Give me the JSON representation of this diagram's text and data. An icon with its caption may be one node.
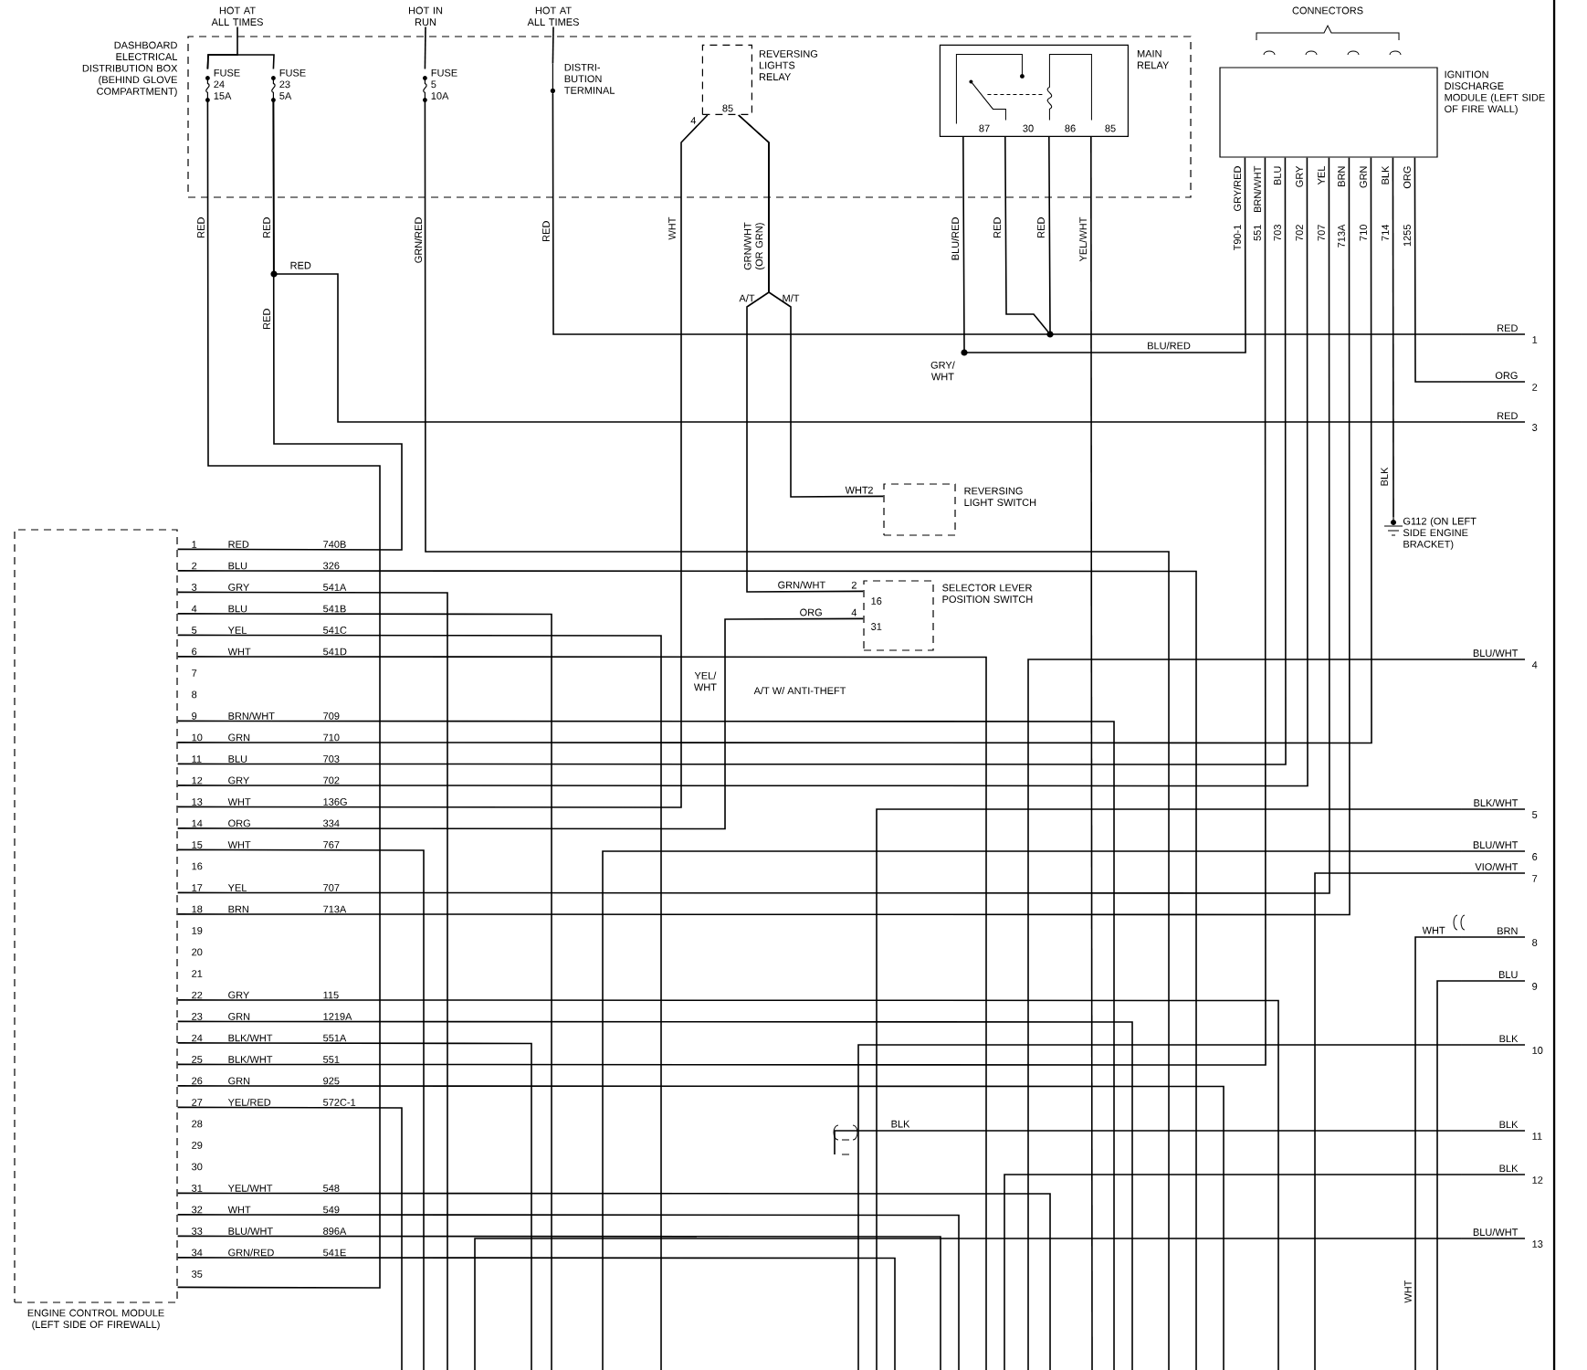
{
  "diagram": {
    "nodes": [
      {
        "text": [
          "DASHBOARD ELECTRICAL DISTRIBUTION BOX (BEHIND GLOVE COMPARTMENT)"
        ]
      },
      {
        "text": [
          "FUSE 24 15A"
        ],
        "in": 0
      },
      {
        "text": [
          "FUSE 23 5A"
        ],
        "in": 0
      },
      {
        "text": [
          "FUSE 5 10A"
        ],
        "in": 0
      },
      {
        "text": [
          "DISTRI- BUTION TERMINAL"
        ],
        "in": 0
      },
      {
        "text": [
          "REVERSING LIGHTS RELAY"
        ],
        "in": 0
      },
      {
        "text": [
          "MAIN RELAY"
        ],
        "in": 0
      },
      {
        "text": [
          "IGNITION DISCHARGE MODULE (LEFT SIDE OF FIRE WALL)"
        ]
      },
      {
        "text": [
          "REVERSING LIGHT SWITCH"
        ]
      },
      {
        "text": [
          "SELECTOR LEVER POSITION SWITCH"
        ]
      },
      {
        "text": [
          "G112 (ON LEFT SIDE ENGINE BRACKET)"
        ]
      },
      {
        "text": [
          "ENGINE CONTROL MODULE (LEFT SIDE OF FIREWALL)"
        ]
      },
      {
        "text": [
          "RED",
          "1"
        ]
      },
      {
        "text": [
          "ORG",
          "2"
        ]
      },
      {
        "text": [
          "RED",
          "3"
        ]
      },
      {
        "text": [
          "BLU/WHT",
          "4"
        ]
      },
      {
        "text": [
          "BLK/WHT",
          "5"
        ]
      },
      {
        "text": [
          "BLU/WHT",
          "6"
        ]
      },
      {
        "text": [
          "VIO/WHT",
          "7"
        ]
      },
      {
        "text": [
          "BRN",
          "8"
        ]
      },
      {
        "text": [
          "BLU",
          "9"
        ]
      },
      {
        "text": [
          "BLK",
          "10"
        ]
      },
      {
        "text": [
          "BLK",
          "11"
        ]
      },
      {
        "text": [
          "BLK",
          "12"
        ]
      },
      {
        "text": [
          "BLU/WHT",
          "13"
        ]
      },
      {
        "text": [
          "HOT AT ALL TIMES"
        ]
      },
      {
        "text": [
          "HOT IN RUN"
        ]
      },
      {
        "text": [
          "HOT AT ALL TIMES"
        ]
      }
    ],
    "edges": [
      {
        "from": 1,
        "to": 11,
        "arrow": "none"
      },
      {
        "from": 2,
        "to": 11,
        "arrow": "none"
      },
      {
        "from": 2,
        "to": 14,
        "arrow": "none"
      },
      {
        "from": 3,
        "to": null,
        "arrow": "none"
      },
      {
        "from": 4,
        "to": 6,
        "arrow": "none"
      },
      {
        "from": 6,
        "to": 12,
        "arrow": "none"
      },
      {
        "from": 7,
        "to": 6,
        "arrow": "none"
      },
      {
        "from": 6,
        "to": null,
        "arrow": "none"
      },
      {
        "from": 5,
        "to": 11,
        "arrow": "none"
      },
      {
        "from": 5,
        "to": 9,
        "arrow": "none"
      },
      {
        "from": 5,
        "to": 8,
        "arrow": "none"
      },
      {
        "from": 9,
        "to": 11,
        "arrow": "none"
      },
      {
        "from": 7,
        "to": 11,
        "arrow": "none"
      },
      {
        "from": 7,
        "to": 11,
        "arrow": "none"
      },
      {
        "from": 7,
        "to": 11,
        "arrow": "none"
      },
      {
        "from": 7,
        "to": 11,
        "arrow": "none"
      },
      {
        "from": 7,
        "to": 11,
        "arrow": "none"
      },
      {
        "from": 7,
        "to": 11,
        "arrow": "none"
      },
      {
        "from": 7,
        "to": 10,
        "arrow": "none"
      },
      {
        "from": 7,
        "to": 13,
        "arrow": "none"
      },
      {
        "from": 11,
        "to": null,
        "arrow": "none"
      },
      {
        "from": 11,
        "to": null,
        "arrow": "none"
      },
      {
        "from": 11,
        "to": null,
        "arrow": "none"
      },
      {
        "from": 11,
        "to": null,
        "arrow": "none"
      },
      {
        "from": 11,
        "to": null,
        "arrow": "none"
      },
      {
        "from": 11,
        "to": null,
        "arrow": "none"
      },
      {
        "from": 11,
        "to": null,
        "arrow": "none"
      },
      {
        "from": 11,
        "to": null,
        "arrow": "none"
      },
      {
        "from": 11,
        "to": null,
        "arrow": "none"
      },
      {
        "from": 11,
        "to": null,
        "arrow": "none"
      },
      {
        "from": 11,
        "to": null,
        "arrow": "none"
      },
      {
        "from": 11,
        "to": null,
        "arrow": "none"
      },
      {
        "from": 11,
        "to": null,
        "arrow": "none"
      },
      {
        "from": 11,
        "to": null,
        "arrow": "none"
      },
      {
        "from": 11,
        "to": null,
        "arrow": "none"
      },
      {
        "from": 11,
        "to": null,
        "arrow": "none"
      },
      {
        "from": null,
        "to": 15,
        "arrow": "none"
      },
      {
        "from": null,
        "to": 16,
        "arrow": "none"
      },
      {
        "from": null,
        "to": 17,
        "arrow": "none"
      },
      {
        "from": null,
        "to": 18,
        "arrow": "none"
      },
      {
        "from": null,
        "to": 19,
        "arrow": "none"
      },
      {
        "from": null,
        "to": 20,
        "arrow": "none"
      },
      {
        "from": null,
        "to": 21,
        "arrow": "none"
      },
      {
        "from": null,
        "to": 22,
        "arrow": "none"
      },
      {
        "from": null,
        "to": 23,
        "arrow": "none"
      },
      {
        "from": null,
        "to": 24,
        "arrow": "none"
      },
      {
        "from": 1,
        "to": 2,
        "arrow": "none"
      },
      {
        "from": 25,
        "to": 1,
        "arrow": "none"
      },
      {
        "from": 26,
        "to": 3,
        "arrow": "none"
      },
      {
        "from": 27,
        "to": 4,
        "arrow": "none"
      }
    ],
    "labels": [
      "RED",
      "RED",
      "RED",
      "RED",
      "GRN/RED",
      "RED",
      "WHT",
      "GRN/WHT (OR GRN)",
      "A/T",
      "M/T",
      "BLU/RED",
      "RED",
      "RED",
      "YEL/WHT",
      "BLU/RED",
      "GRY/ WHT",
      "85",
      "4",
      "87",
      "30",
      "86",
      "85",
      "CONNECTORS",
      "GRY/RED",
      "BRN/WHT",
      "BLU",
      "GRY",
      "YEL",
      "BRN",
      "GRN",
      "BLK",
      "ORG",
      "T90-1",
      "551",
      "703",
      "702",
      "707",
      "713A",
      "710",
      "714",
      "1255",
      "BLK",
      "WHT",
      "2",
      "GRN/WHT",
      "2",
      "ORG",
      "4",
      "16",
      "31",
      "YEL/ WHT",
      "A/T W/ ANTI-THEFT",
      "WHT",
      "BLK",
      "WHT",
      "1",
      "RED",
      "740B",
      "2",
      "BLU",
      "326",
      "3",
      "GRY",
      "541A",
      "4",
      "BLU",
      "541B",
      "5",
      "YEL",
      "541C",
      "6",
      "WHT",
      "541D",
      "7",
      "8",
      "9",
      "BRN/WHT",
      "709",
      "10",
      "GRN",
      "710",
      "11",
      "BLU",
      "703",
      "12",
      "GRY",
      "702",
      "13",
      "WHT",
      "136G",
      "14",
      "ORG",
      "334",
      "15",
      "WHT",
      "767",
      "16",
      "17",
      "YEL",
      "707",
      "18",
      "BRN",
      "713A",
      "19",
      "20",
      "21",
      "22",
      "GRY",
      "115",
      "23",
      "GRN",
      "1219A",
      "24",
      "BLK/WHT",
      "551A",
      "25",
      "BLK/WHT",
      "551",
      "26",
      "GRN",
      "925",
      "27",
      "YEL/RED",
      "572C-1",
      "28",
      "29",
      "30",
      "31",
      "YEL/WHT",
      "548",
      "32",
      "WHT",
      "549",
      "33",
      "BLU/WHT",
      "896A",
      "34",
      "GRN/RED",
      "541E",
      "35"
    ]
  }
}
